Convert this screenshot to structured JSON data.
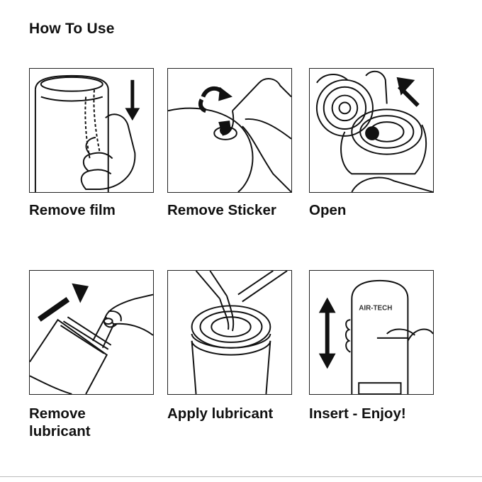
{
  "title": "How To Use",
  "steps": [
    {
      "caption": "Remove film",
      "icon": "remove-film-illustration"
    },
    {
      "caption": "Remove Sticker",
      "icon": "remove-sticker-illustration"
    },
    {
      "caption": "Open",
      "icon": "open-cap-illustration"
    },
    {
      "caption_line1": "Remove",
      "caption_line2": "lubricant",
      "icon": "remove-lubricant-illustration"
    },
    {
      "caption": "Apply lubricant",
      "icon": "apply-lubricant-illustration"
    },
    {
      "caption": "Insert - Enjoy!",
      "icon": "insert-illustration",
      "brand_text": "AIR-TECH"
    }
  ]
}
